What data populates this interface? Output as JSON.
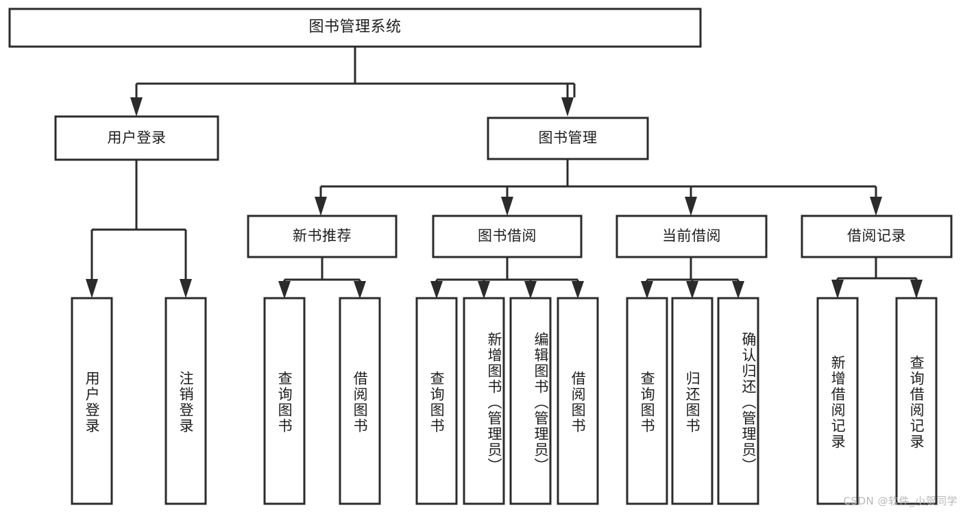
{
  "diagram": {
    "type": "tree-hierarchy-chart",
    "orientation": "top-down",
    "root": {
      "label": "图书管理系统"
    },
    "level1": [
      {
        "label": "用户登录"
      },
      {
        "label": "图书管理"
      }
    ],
    "level2": [
      {
        "label": "新书推荐",
        "parent": "图书管理"
      },
      {
        "label": "图书借阅",
        "parent": "图书管理"
      },
      {
        "label": "当前借阅",
        "parent": "图书管理"
      },
      {
        "label": "借阅记录",
        "parent": "图书管理"
      }
    ],
    "leaves": [
      {
        "label": "用户登录",
        "parent": "用户登录"
      },
      {
        "label": "注销登录",
        "parent": "用户登录"
      },
      {
        "label": "查询图书",
        "parent": "新书推荐"
      },
      {
        "label": "借阅图书",
        "parent": "新书推荐"
      },
      {
        "label": "查询图书",
        "parent": "图书借阅"
      },
      {
        "label": "新增图书（管理员）",
        "parent": "图书借阅"
      },
      {
        "label": "编辑图书（管理员）",
        "parent": "图书借阅"
      },
      {
        "label": "借阅图书",
        "parent": "图书借阅"
      },
      {
        "label": "查询图书",
        "parent": "当前借阅"
      },
      {
        "label": "归还图书",
        "parent": "当前借阅"
      },
      {
        "label": "确认归还（管理员）",
        "parent": "当前借阅"
      },
      {
        "label": "新增借阅记录",
        "parent": "借阅记录"
      },
      {
        "label": "查询借阅记录",
        "parent": "借阅记录"
      }
    ]
  },
  "watermark": {
    "text": "CSDN @软件_小贺同学"
  },
  "colors": {
    "stroke": "#2b2b2b",
    "box_fill": "#ffffff",
    "text": "#1d1d1d",
    "background": "#ffffff",
    "watermark": "#b9b9b9"
  }
}
